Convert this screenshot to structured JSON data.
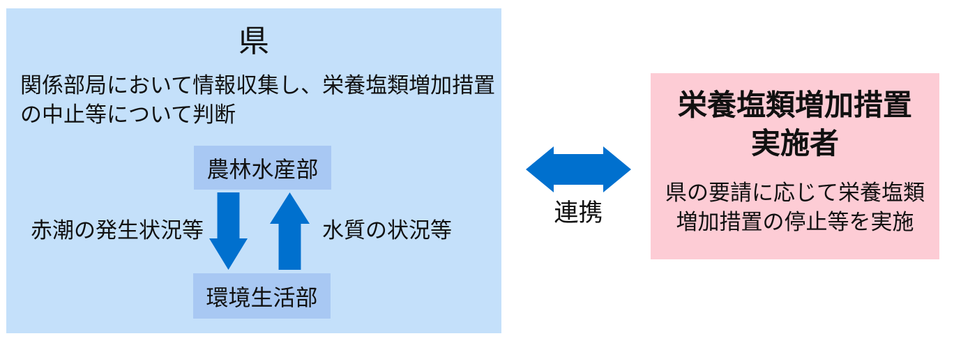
{
  "colors": {
    "prefecture_panel_bg": "#c4e0fa",
    "department_box_bg": "#a8c8f3",
    "arrow_blue": "#0070ce",
    "implementer_panel_bg": "#fdccd5",
    "text": "#111111"
  },
  "prefecture_panel": {
    "title": "県",
    "description": "関係部局において情報収集し、栄養塩類増加措置\nの中止等について判断",
    "department_top": "農林水産部",
    "department_bottom": "環境生活部",
    "down_flow_label": "赤潮の発生状況等",
    "up_flow_label": "水質の状況等"
  },
  "link": {
    "label": "連携"
  },
  "implementer_panel": {
    "title": "栄養塩類増加措置\n実施者",
    "description": "県の要請に応じて栄養塩類\n増加措置の停止等を実施"
  }
}
